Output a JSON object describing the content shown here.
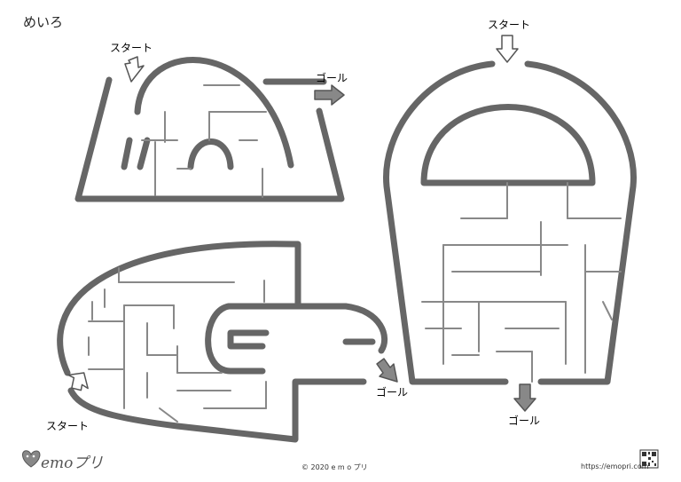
{
  "title": "めいろ",
  "mazes": [
    {
      "name": "igloo-maze",
      "start_label": "スタート",
      "goal_label": "ゴール"
    },
    {
      "name": "bucket-maze",
      "start_label": "スタート",
      "goal_label": "ゴール"
    },
    {
      "name": "scoop-maze",
      "start_label": "スタート",
      "goal_label": "ゴール"
    }
  ],
  "footer": {
    "logo": "emoプリ",
    "copyright": "© 2020  e m o プリ",
    "url": "https://emopri.com"
  },
  "colors": {
    "wall": "#666666",
    "inner_wall": "#888888",
    "arrow_fill": "#888888"
  },
  "icons": [
    "heart-logo-icon",
    "qr-code-icon",
    "start-arrow-icon",
    "goal-arrow-icon"
  ]
}
